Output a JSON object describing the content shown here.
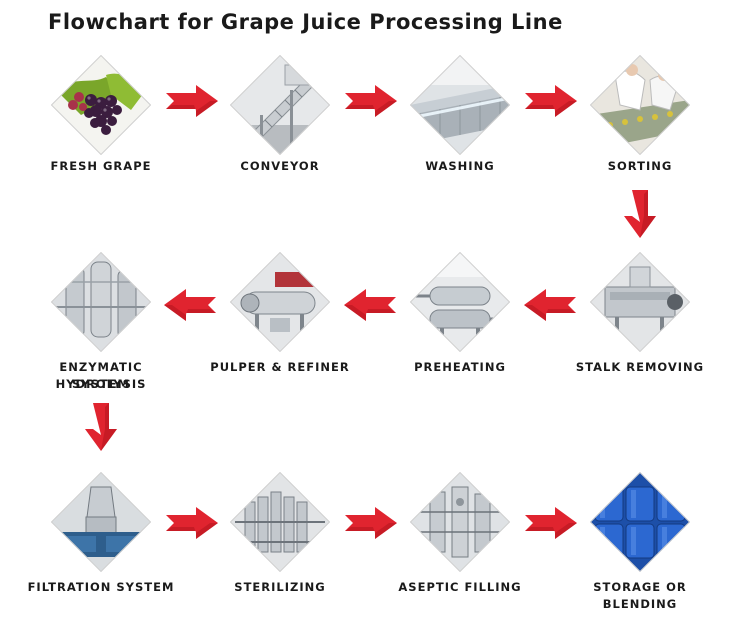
{
  "title": "Flowchart for Grape Juice Processing Line",
  "steps": [
    {
      "id": "fresh-grape",
      "label": "FRESH GRAPE",
      "image": "grapes-photo"
    },
    {
      "id": "conveyor",
      "label": "CONVEYOR",
      "image": "conveyor-photo"
    },
    {
      "id": "washing",
      "label": "WASHING",
      "image": "washing-photo"
    },
    {
      "id": "sorting",
      "label": "SORTING",
      "image": "sorting-photo"
    },
    {
      "id": "stalk-removing",
      "label": "STALK REMOVING",
      "image": "stalk-remover-photo"
    },
    {
      "id": "preheating",
      "label": "PREHEATING",
      "image": "preheater-photo"
    },
    {
      "id": "pulper-refiner",
      "label": "PULPER & REFINER",
      "image": "pulper-photo"
    },
    {
      "id": "enzymatic-hydrolysis",
      "label_line1": "ENZYMATIC HYDROLYSIS",
      "label_line2": "SYSTEM",
      "image": "hydrolysis-tanks-photo"
    },
    {
      "id": "filtration",
      "label": "FILTRATION SYSTEM",
      "image": "filtration-photo"
    },
    {
      "id": "sterilizing",
      "label": "STERILIZING",
      "image": "sterilizer-photo"
    },
    {
      "id": "aseptic-filling",
      "label": "ASEPTIC FILLING",
      "image": "filler-photo"
    },
    {
      "id": "storage-blending",
      "label": "STORAGE OR BLENDING",
      "image": "blue-drums-photo"
    }
  ],
  "colors": {
    "arrow": "#e0242f",
    "arrow_dark": "#a8121b",
    "border": "#d0d0d0"
  }
}
